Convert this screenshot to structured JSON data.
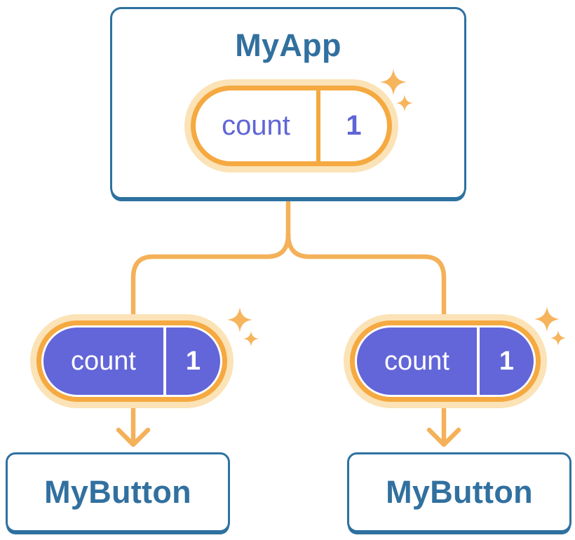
{
  "diagram": {
    "root": {
      "title": "MyApp",
      "state": {
        "label": "count",
        "value": "1"
      }
    },
    "children": [
      {
        "title": "MyButton",
        "state": {
          "label": "count",
          "value": "1"
        }
      },
      {
        "title": "MyButton",
        "state": {
          "label": "count",
          "value": "1"
        }
      }
    ],
    "colors": {
      "background": "#FFFFFF",
      "card_border_blue": "#2E71A0",
      "title_blue": "#31709F",
      "pill_ring_orange": "#F5A940",
      "pill_halo_orange": "#FBE3B7",
      "connector_orange": "#F4B159",
      "sparkle_orange": "#F6B45C",
      "pill_fill_purple": "#6366D8",
      "pill_text_purple": "#5F65D6"
    }
  }
}
